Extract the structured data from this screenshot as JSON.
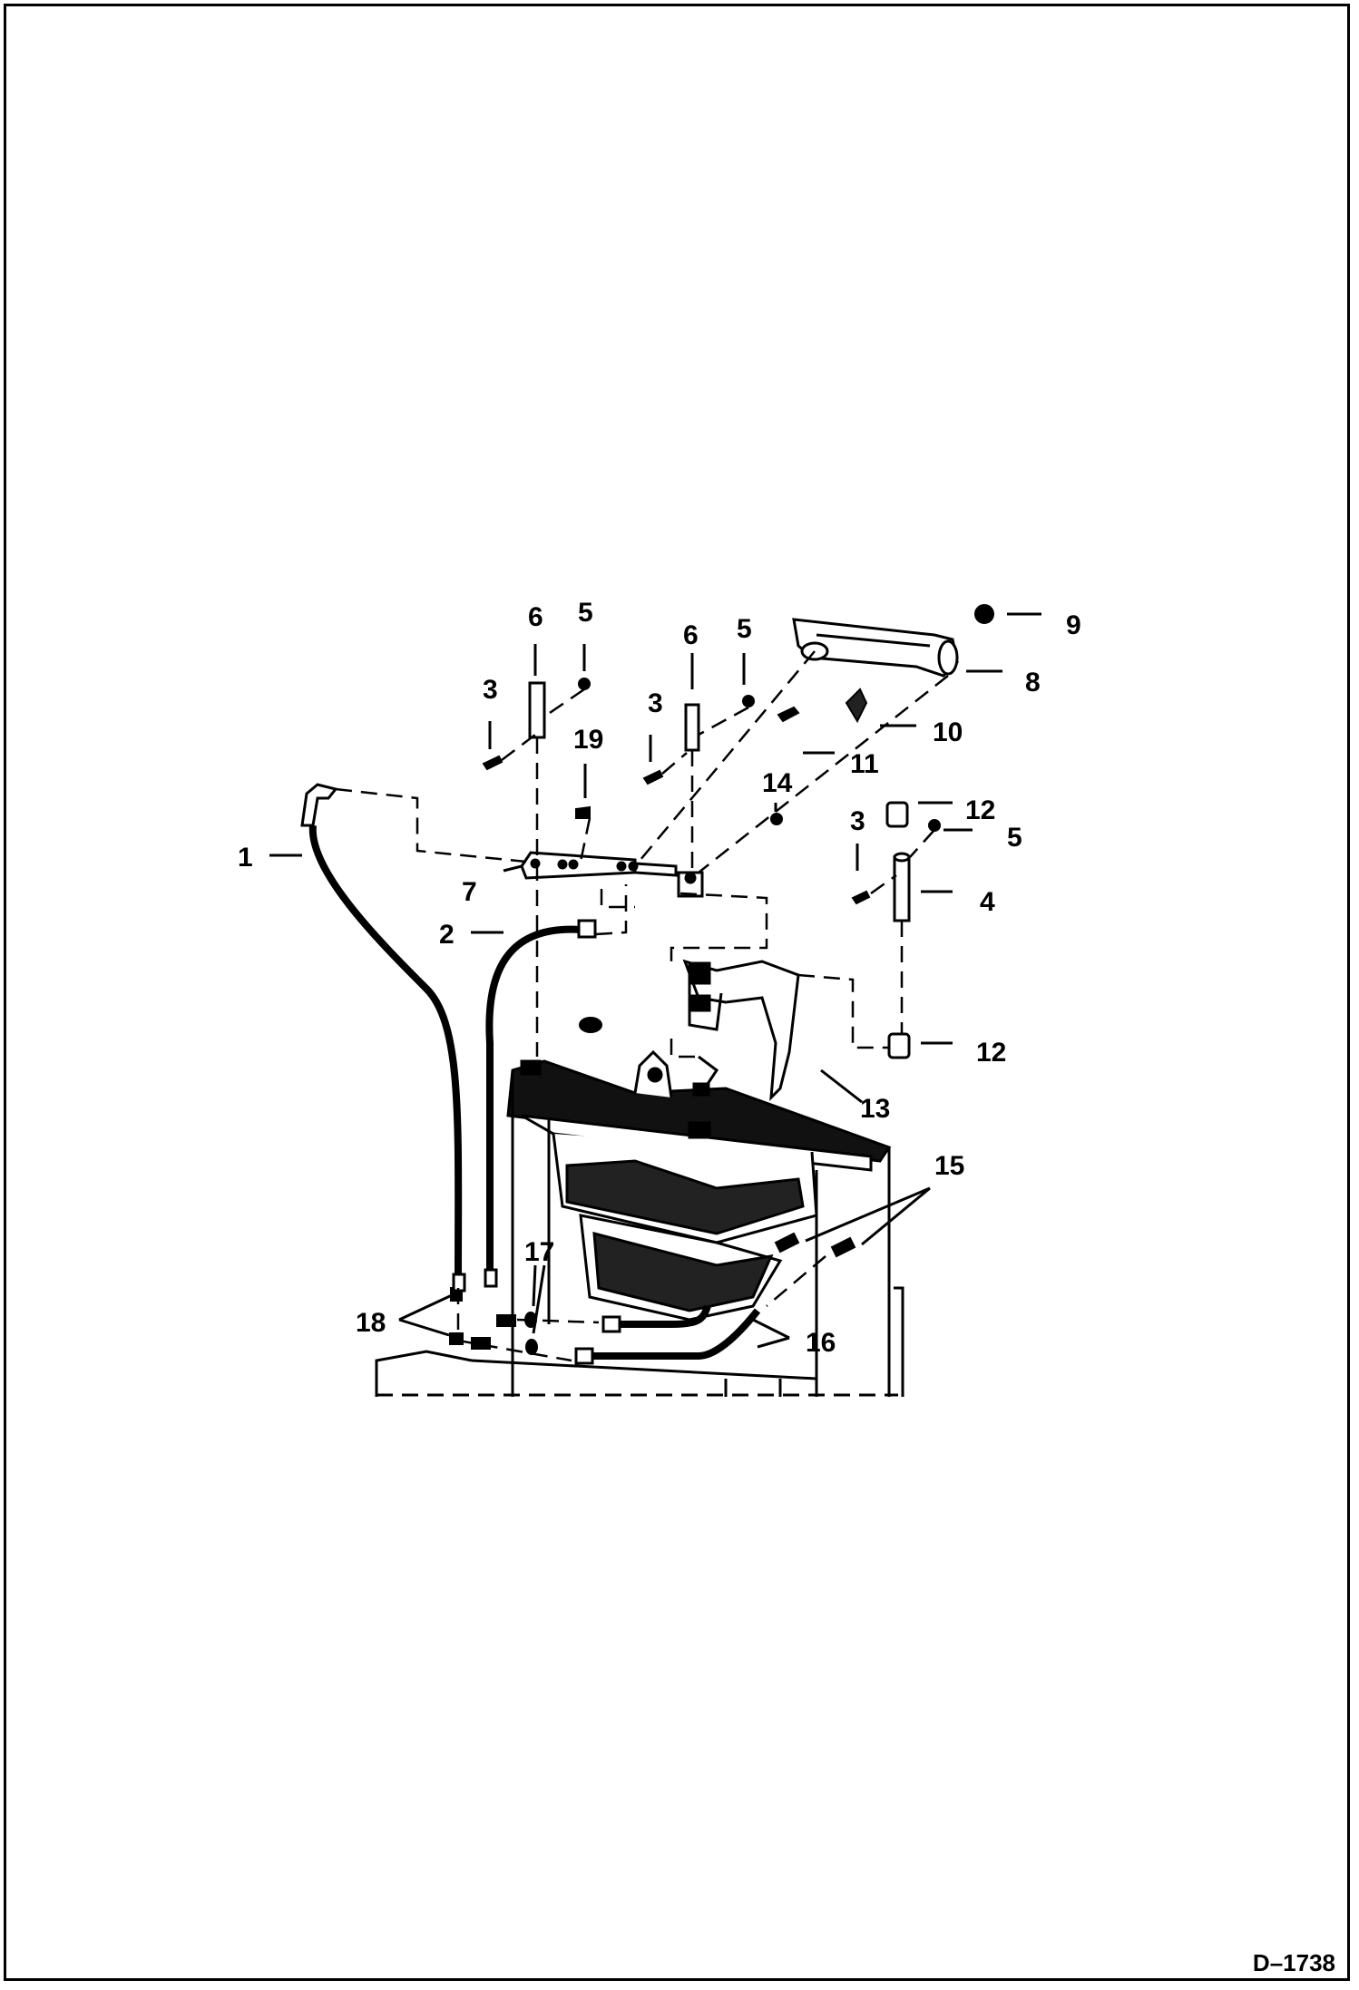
{
  "figure_id": "D–1738",
  "colors": {
    "ink": "#000000",
    "paper": "#ffffff"
  },
  "callouts": {
    "c1": "1",
    "c2": "2",
    "c3a": "3",
    "c3b": "3",
    "c3c": "3",
    "c4": "4",
    "c5a": "5",
    "c5b": "5",
    "c5c": "5",
    "c6a": "6",
    "c6b": "6",
    "c7": "7",
    "c8": "8",
    "c9": "9",
    "c10": "10",
    "c11": "11",
    "c12a": "12",
    "c12b": "12",
    "c13": "13",
    "c14": "14",
    "c15": "15",
    "c16": "16",
    "c17": "17",
    "c18": "18",
    "c19": "19"
  }
}
